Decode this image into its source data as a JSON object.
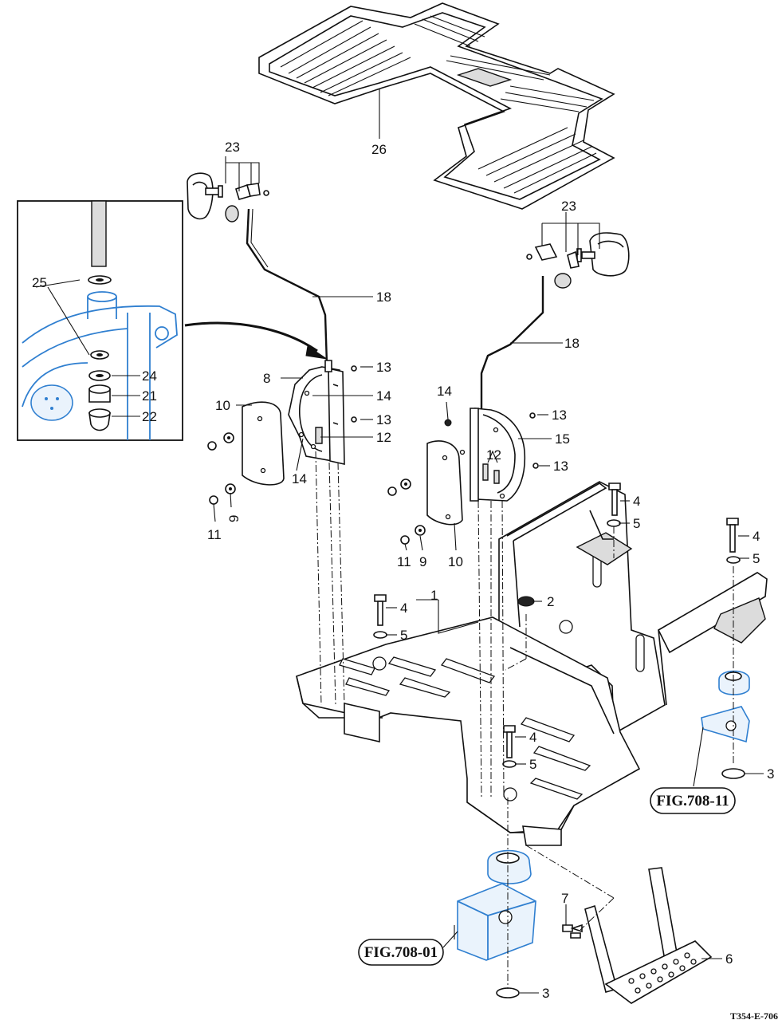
{
  "callouts": {
    "c1": "1",
    "c2": "2",
    "c3a": "3",
    "c3b": "3",
    "c4a": "4",
    "c4b": "4",
    "c4c": "4",
    "c4d": "4",
    "c5a": "5",
    "c5b": "5",
    "c5c": "5",
    "c5d": "5",
    "c6": "6",
    "c7": "7",
    "c8": "8",
    "c9a": "9",
    "c9b": "9",
    "c10a": "10",
    "c10b": "10",
    "c11a": "11",
    "c11b": "11",
    "c12a": "12",
    "c12b": "12",
    "c13a": "13",
    "c13b": "13",
    "c13c": "13",
    "c13d": "13",
    "c14a": "14",
    "c14b": "14",
    "c14c": "14",
    "c15": "15",
    "c18a": "18",
    "c18b": "18",
    "c21": "21",
    "c22": "22",
    "c23a": "23",
    "c23b": "23",
    "c24": "24",
    "c25": "25",
    "c26": "26"
  },
  "references": {
    "fig_right": "FIG.708-11",
    "fig_bottom": "FIG.708-01"
  },
  "doc_code": "T354-E-706",
  "colors": {
    "line": "#111111",
    "detail_blue": "#2f7fd0"
  }
}
